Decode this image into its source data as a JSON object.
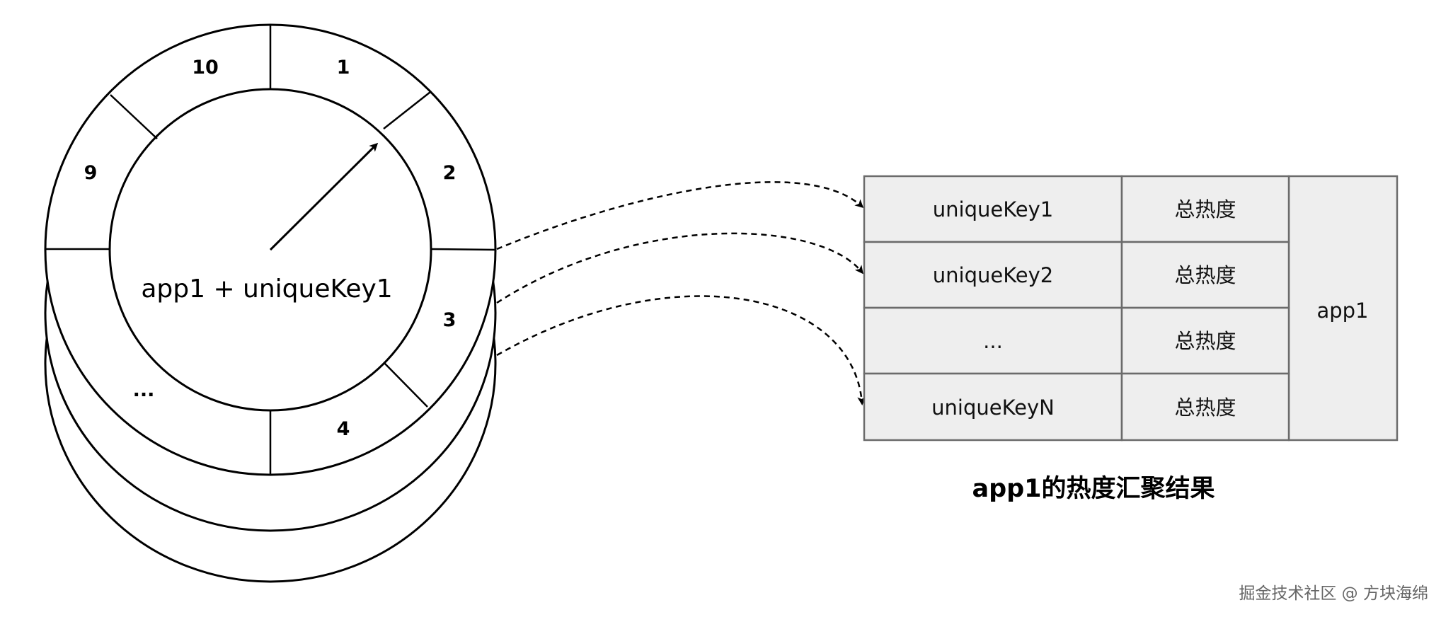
{
  "ring": {
    "segments": [
      "10",
      "1",
      "2",
      "9",
      "3",
      "...",
      "4"
    ],
    "center_label": "app1 + uniqueKey1"
  },
  "table": {
    "rows": [
      {
        "key": "uniqueKey1",
        "value": "总热度"
      },
      {
        "key": "uniqueKey2",
        "value": "总热度"
      },
      {
        "key": "...",
        "value": "总热度"
      },
      {
        "key": "uniqueKeyN",
        "value": "总热度"
      }
    ],
    "side_label": "app1",
    "caption": "app1的热度汇聚结果"
  },
  "watermark": "掘金技术社区 @ 方块海绵"
}
